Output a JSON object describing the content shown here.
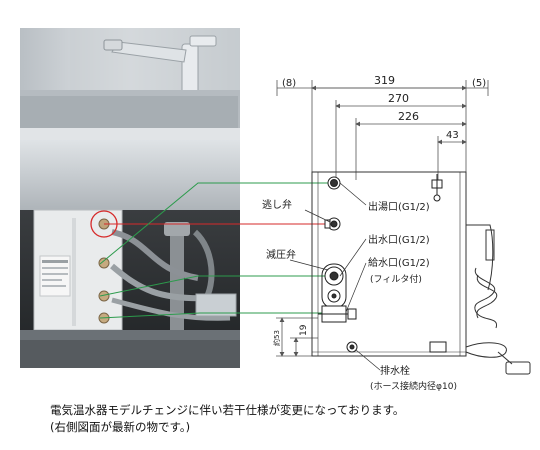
{
  "dimensions": {
    "left_offset": "(8)",
    "overall_width": "319",
    "middle_width": "270",
    "inner_width": "226",
    "small_width": "43",
    "right_offset": "(5)",
    "height_a": "19",
    "height_b": "約53"
  },
  "labels": {
    "outlet": "出湯口(G1/2)",
    "relief_valve": "逃し弁",
    "water_outlet": "出水口(G1/2)",
    "pressure_valve": "減圧弁",
    "water_inlet": "給水口(G1/2)",
    "inlet_note": "(フィルタ付)",
    "drain_plug": "排水栓",
    "drain_note": "(ホース接続内径φ10)"
  },
  "caption": {
    "line1": "電気温水器モデルチェンジに伴い若干仕様が変更になっております。",
    "line2": "(右側図面が最新の物です。)"
  },
  "colors": {
    "green_leader": "#2c9b4c",
    "red_leader": "#d62a2a",
    "drawing_line": "#333333",
    "dim_line": "#555555"
  }
}
